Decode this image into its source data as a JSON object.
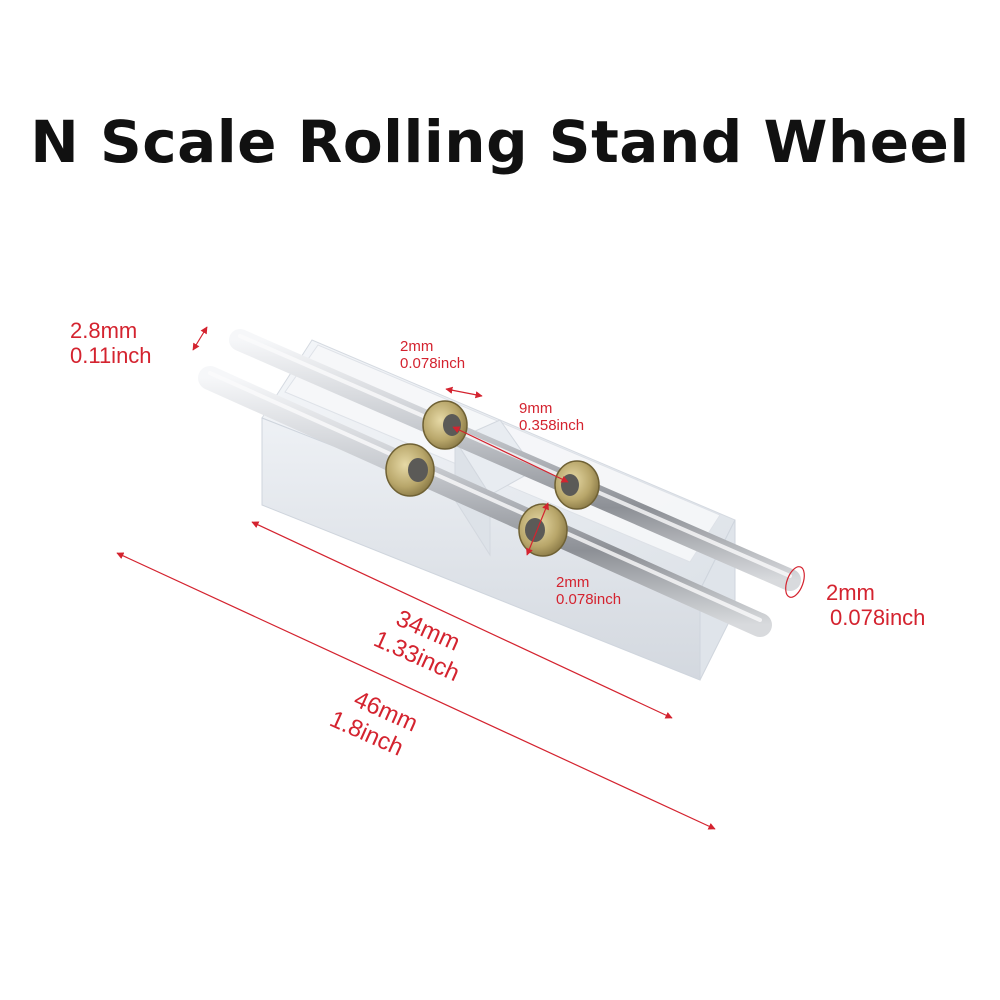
{
  "title": "N Scale Rolling Stand Wheel",
  "colors": {
    "accent": "#d4232f",
    "base": "#eef1f5",
    "rod": "#b9bcc2",
    "bushing": "#b8a66a"
  },
  "dimensions": {
    "rod_diameter": {
      "mm": "2.8mm",
      "inch": "0.11inch"
    },
    "bushing_width": {
      "mm": "2mm",
      "inch": "0.078inch"
    },
    "bushing_spacing": {
      "mm": "9mm",
      "inch": "0.358inch"
    },
    "bushing_hole": {
      "mm": "2mm",
      "inch": "0.078inch"
    },
    "axle_diameter": {
      "mm": "2mm",
      "inch": "0.078inch"
    },
    "base_length": {
      "mm": "34mm",
      "inch": "1.33inch"
    },
    "total_length": {
      "mm": "46mm",
      "inch": "1.8inch"
    }
  }
}
